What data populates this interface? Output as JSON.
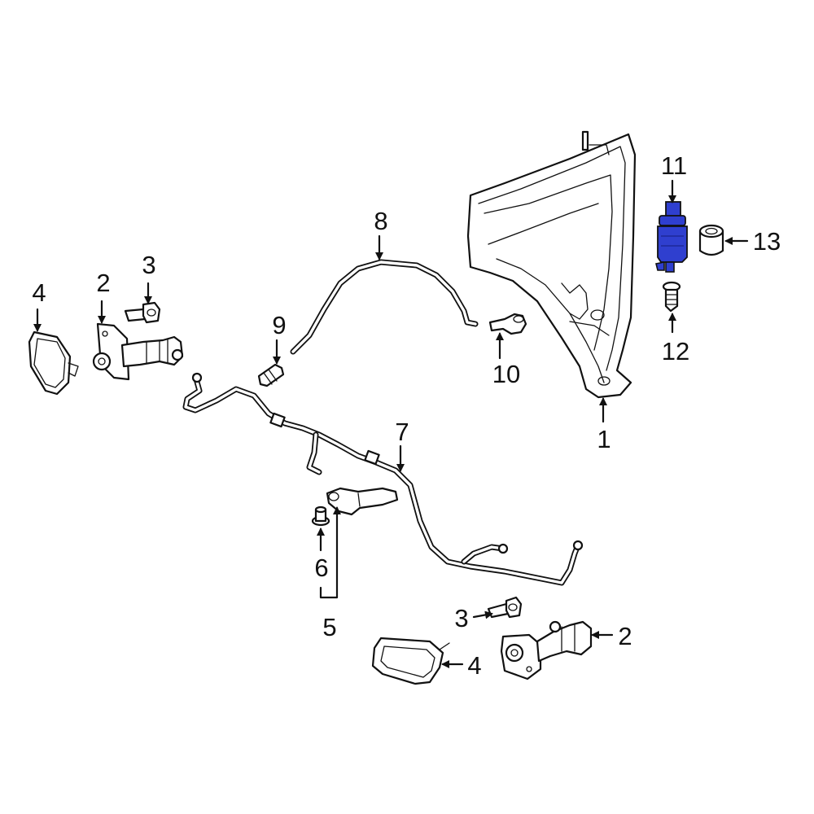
{
  "diagram": {
    "highlight_color": "#2f3fcf",
    "outline_color": "#111111",
    "callouts": [
      {
        "id": "c1",
        "label": "1"
      },
      {
        "id": "c2a",
        "label": "2"
      },
      {
        "id": "c2b",
        "label": "2"
      },
      {
        "id": "c3a",
        "label": "3"
      },
      {
        "id": "c3b",
        "label": "3"
      },
      {
        "id": "c4a",
        "label": "4"
      },
      {
        "id": "c4b",
        "label": "4"
      },
      {
        "id": "c5",
        "label": "5"
      },
      {
        "id": "c6",
        "label": "6"
      },
      {
        "id": "c7",
        "label": "7"
      },
      {
        "id": "c8",
        "label": "8"
      },
      {
        "id": "c9",
        "label": "9"
      },
      {
        "id": "c10",
        "label": "10"
      },
      {
        "id": "c11",
        "label": "11"
      },
      {
        "id": "c12",
        "label": "12"
      },
      {
        "id": "c13",
        "label": "13"
      }
    ]
  }
}
